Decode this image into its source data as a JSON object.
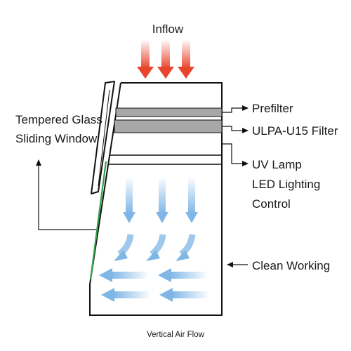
{
  "labels": {
    "inflow": "Inflow",
    "tempered_line1": "Tempered Glass",
    "tempered_line2": "Sliding Window",
    "prefilter": "Prefilter",
    "ulpa": "ULPA-U15 Filter",
    "uv_lamp": "UV Lamp",
    "led_lighting": "LED Lighting",
    "control": "Control",
    "clean_working": "Clean Working",
    "caption": "Vertical Air Flow"
  },
  "colors": {
    "inflow_arrow": "#e8452c",
    "airflow_arrow": "#7fb6e6",
    "filter_gray": "#a7a7a7",
    "glass_edge": "#2fa24a",
    "outline": "#111111"
  },
  "icons": {
    "inflow": "downward-arrow-icon",
    "airflow": "curved-airflow-arrow-icon",
    "pointer": "leader-arrow-icon"
  }
}
